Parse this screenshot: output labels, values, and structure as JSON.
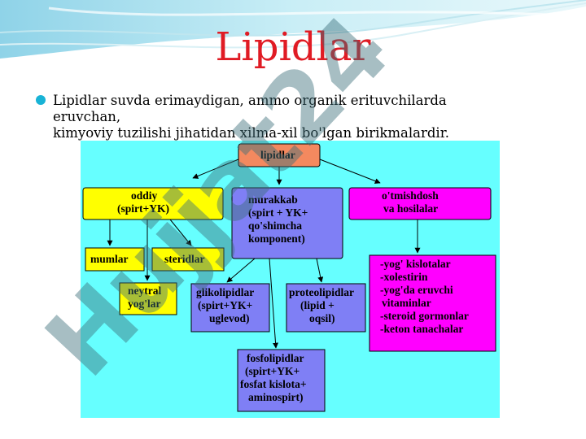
{
  "slide": {
    "title": "Lipidlar",
    "bullet_lines": [
      "Lipidlar suvda erimaydigan, ammo organik erituvchilarda",
      "eruvchan,",
      "kimyoviy tuzilishi jihatidan xilma-xil bo'lgan birikmalardir."
    ]
  },
  "diagram": {
    "nodes": {
      "lipidlar": {
        "lines": [
          "lipidlar"
        ],
        "fill": "#f4895f"
      },
      "oddiy": {
        "lines": [
          "oddiy",
          "(spirt+YK)"
        ],
        "fill": "#ffff00"
      },
      "murakkab": {
        "lines": [
          "murakkab",
          "(spirt + YK+",
          "qo'shimcha",
          "komponent)"
        ],
        "fill": "#7f7ff5"
      },
      "otmishdosh": {
        "lines": [
          "o'tmishdosh",
          "va hosilalar"
        ],
        "fill": "#ff00ff"
      },
      "mumlar": {
        "lines": [
          "mumlar"
        ],
        "fill": "#ffff00"
      },
      "steridlar": {
        "lines": [
          "steridlar"
        ],
        "fill": "#ffff00"
      },
      "neytral": {
        "lines": [
          "neytral",
          "yog'lar"
        ],
        "fill": "#ffff00"
      },
      "glikolipidlar": {
        "lines": [
          "glikolipidlar",
          "(spirt+YK+",
          "uglevod)"
        ],
        "fill": "#7f7ff5"
      },
      "proteolipidlar": {
        "lines": [
          "proteolipidlar",
          "(lipid +",
          "oqsil)"
        ],
        "fill": "#7f7ff5"
      },
      "fosfolipidlar": {
        "lines": [
          "fosfolipidlar",
          "(spirt+YK+",
          "fosfat kislota+",
          "aminospirt)"
        ],
        "fill": "#7f7ff5"
      },
      "hosilalar": {
        "lines": [
          "-yog' kislotalar",
          "-xolestirin",
          "-yog'da eruvchi",
          "vitaminlar",
          "-steroid gormonlar",
          "-keton tanachalar"
        ],
        "fill": "#ff00ff"
      }
    },
    "background": "#66ffff"
  },
  "watermark": {
    "text": "Hujjat24"
  },
  "colors": {
    "title": "#e01b24",
    "bullet": "#18b3d6"
  }
}
